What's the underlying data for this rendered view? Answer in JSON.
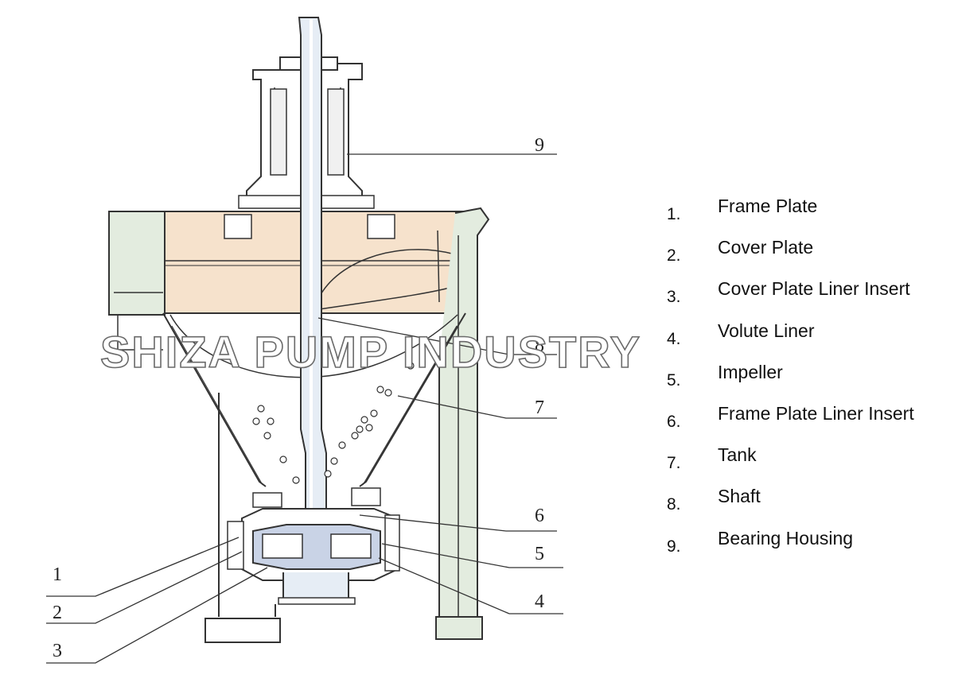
{
  "watermark": "SHIZA PUMP INDUSTRY",
  "callouts": [
    "1",
    "2",
    "3",
    "4",
    "5",
    "6",
    "7",
    "8",
    "9"
  ],
  "legend": [
    {
      "num": "1.",
      "label": "Frame Plate"
    },
    {
      "num": "2.",
      "label": "Cover Plate"
    },
    {
      "num": "3.",
      "label": "Cover Plate Liner Insert"
    },
    {
      "num": "4.",
      "label": "Volute Liner"
    },
    {
      "num": "5.",
      "label": "Impeller"
    },
    {
      "num": "6.",
      "label": "Frame Plate Liner Insert"
    },
    {
      "num": "7.",
      "label": "Tank"
    },
    {
      "num": "8.",
      "label": "Shaft"
    },
    {
      "num": "9.",
      "label": "Bearing Housing"
    }
  ],
  "colors": {
    "tank_top": "#f6e2cc",
    "side_panel": "#e3ecdf",
    "pipe": "#e3ecdf",
    "shaft": "#e6edf5",
    "volute": "#c9d3e6",
    "line": "#333333"
  }
}
